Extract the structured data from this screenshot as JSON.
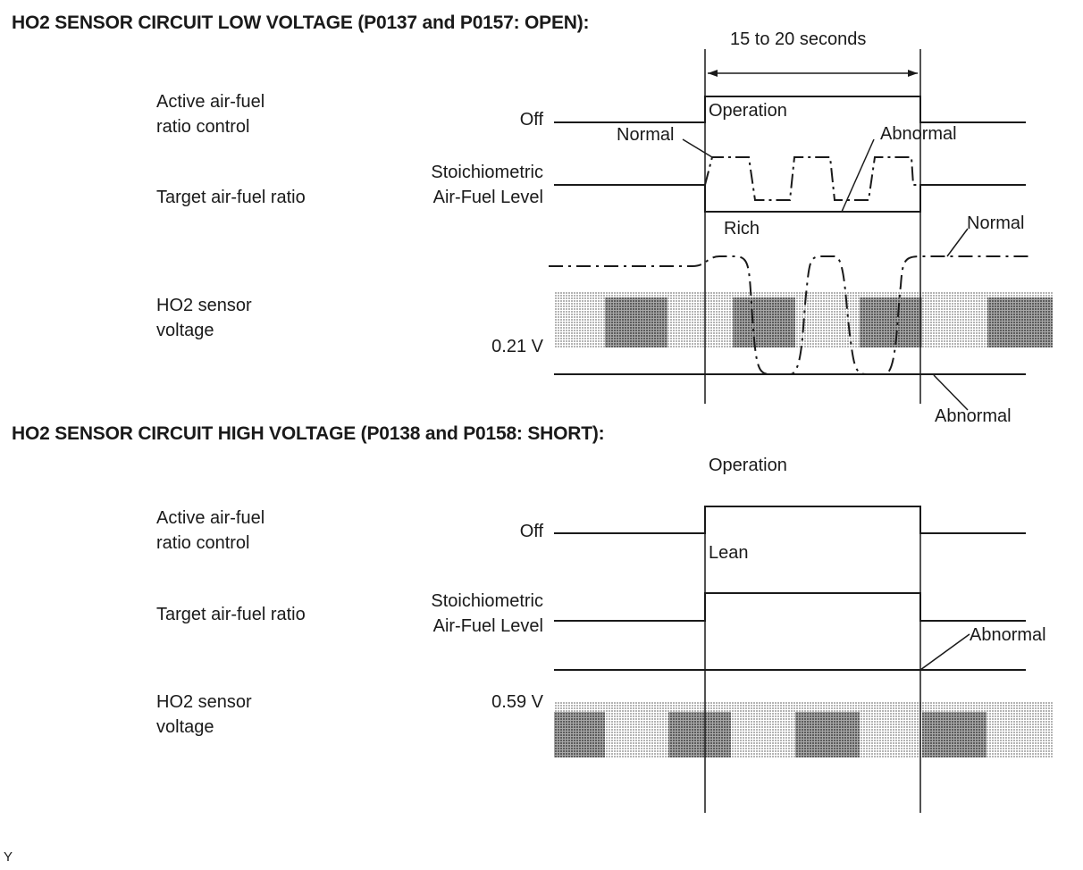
{
  "sections": {
    "low": {
      "title": "HO2 SENSOR CIRCUIT LOW VOLTAGE (P0137 and P0157: OPEN):",
      "duration": "15 to 20 seconds",
      "row_active_line1": "Active air-fuel",
      "row_active_line2": "ratio control",
      "row_target": "Target air-fuel ratio",
      "row_sensor_line1": "HO2 sensor",
      "row_sensor_line2": "voltage",
      "off": "Off",
      "stoich_line1": "Stoichiometric",
      "stoich_line2": "Air-Fuel Level",
      "voltage": "0.21 V",
      "operation": "Operation",
      "rich": "Rich",
      "normal_target": "Normal",
      "abnormal_target": "Abnormal",
      "normal_sensor": "Normal",
      "abnormal_sensor": "Abnormal"
    },
    "high": {
      "title": "HO2 SENSOR CIRCUIT HIGH VOLTAGE (P0138 and P0158: SHORT):",
      "operation": "Operation",
      "row_active_line1": "Active air-fuel",
      "row_active_line2": "ratio control",
      "row_target": "Target air-fuel ratio",
      "row_sensor_line1": "HO2 sensor",
      "row_sensor_line2": "voltage",
      "off": "Off",
      "lean": "Lean",
      "stoich_line1": "Stoichiometric",
      "stoich_line2": "Air-Fuel Level",
      "voltage": "0.59 V",
      "abnormal": "Abnormal"
    }
  },
  "footer_code": "Y",
  "colors": {
    "line": "#1a1a1a",
    "shade_light": "#d2d2d2",
    "shade_dark": "#8c8c8c"
  }
}
